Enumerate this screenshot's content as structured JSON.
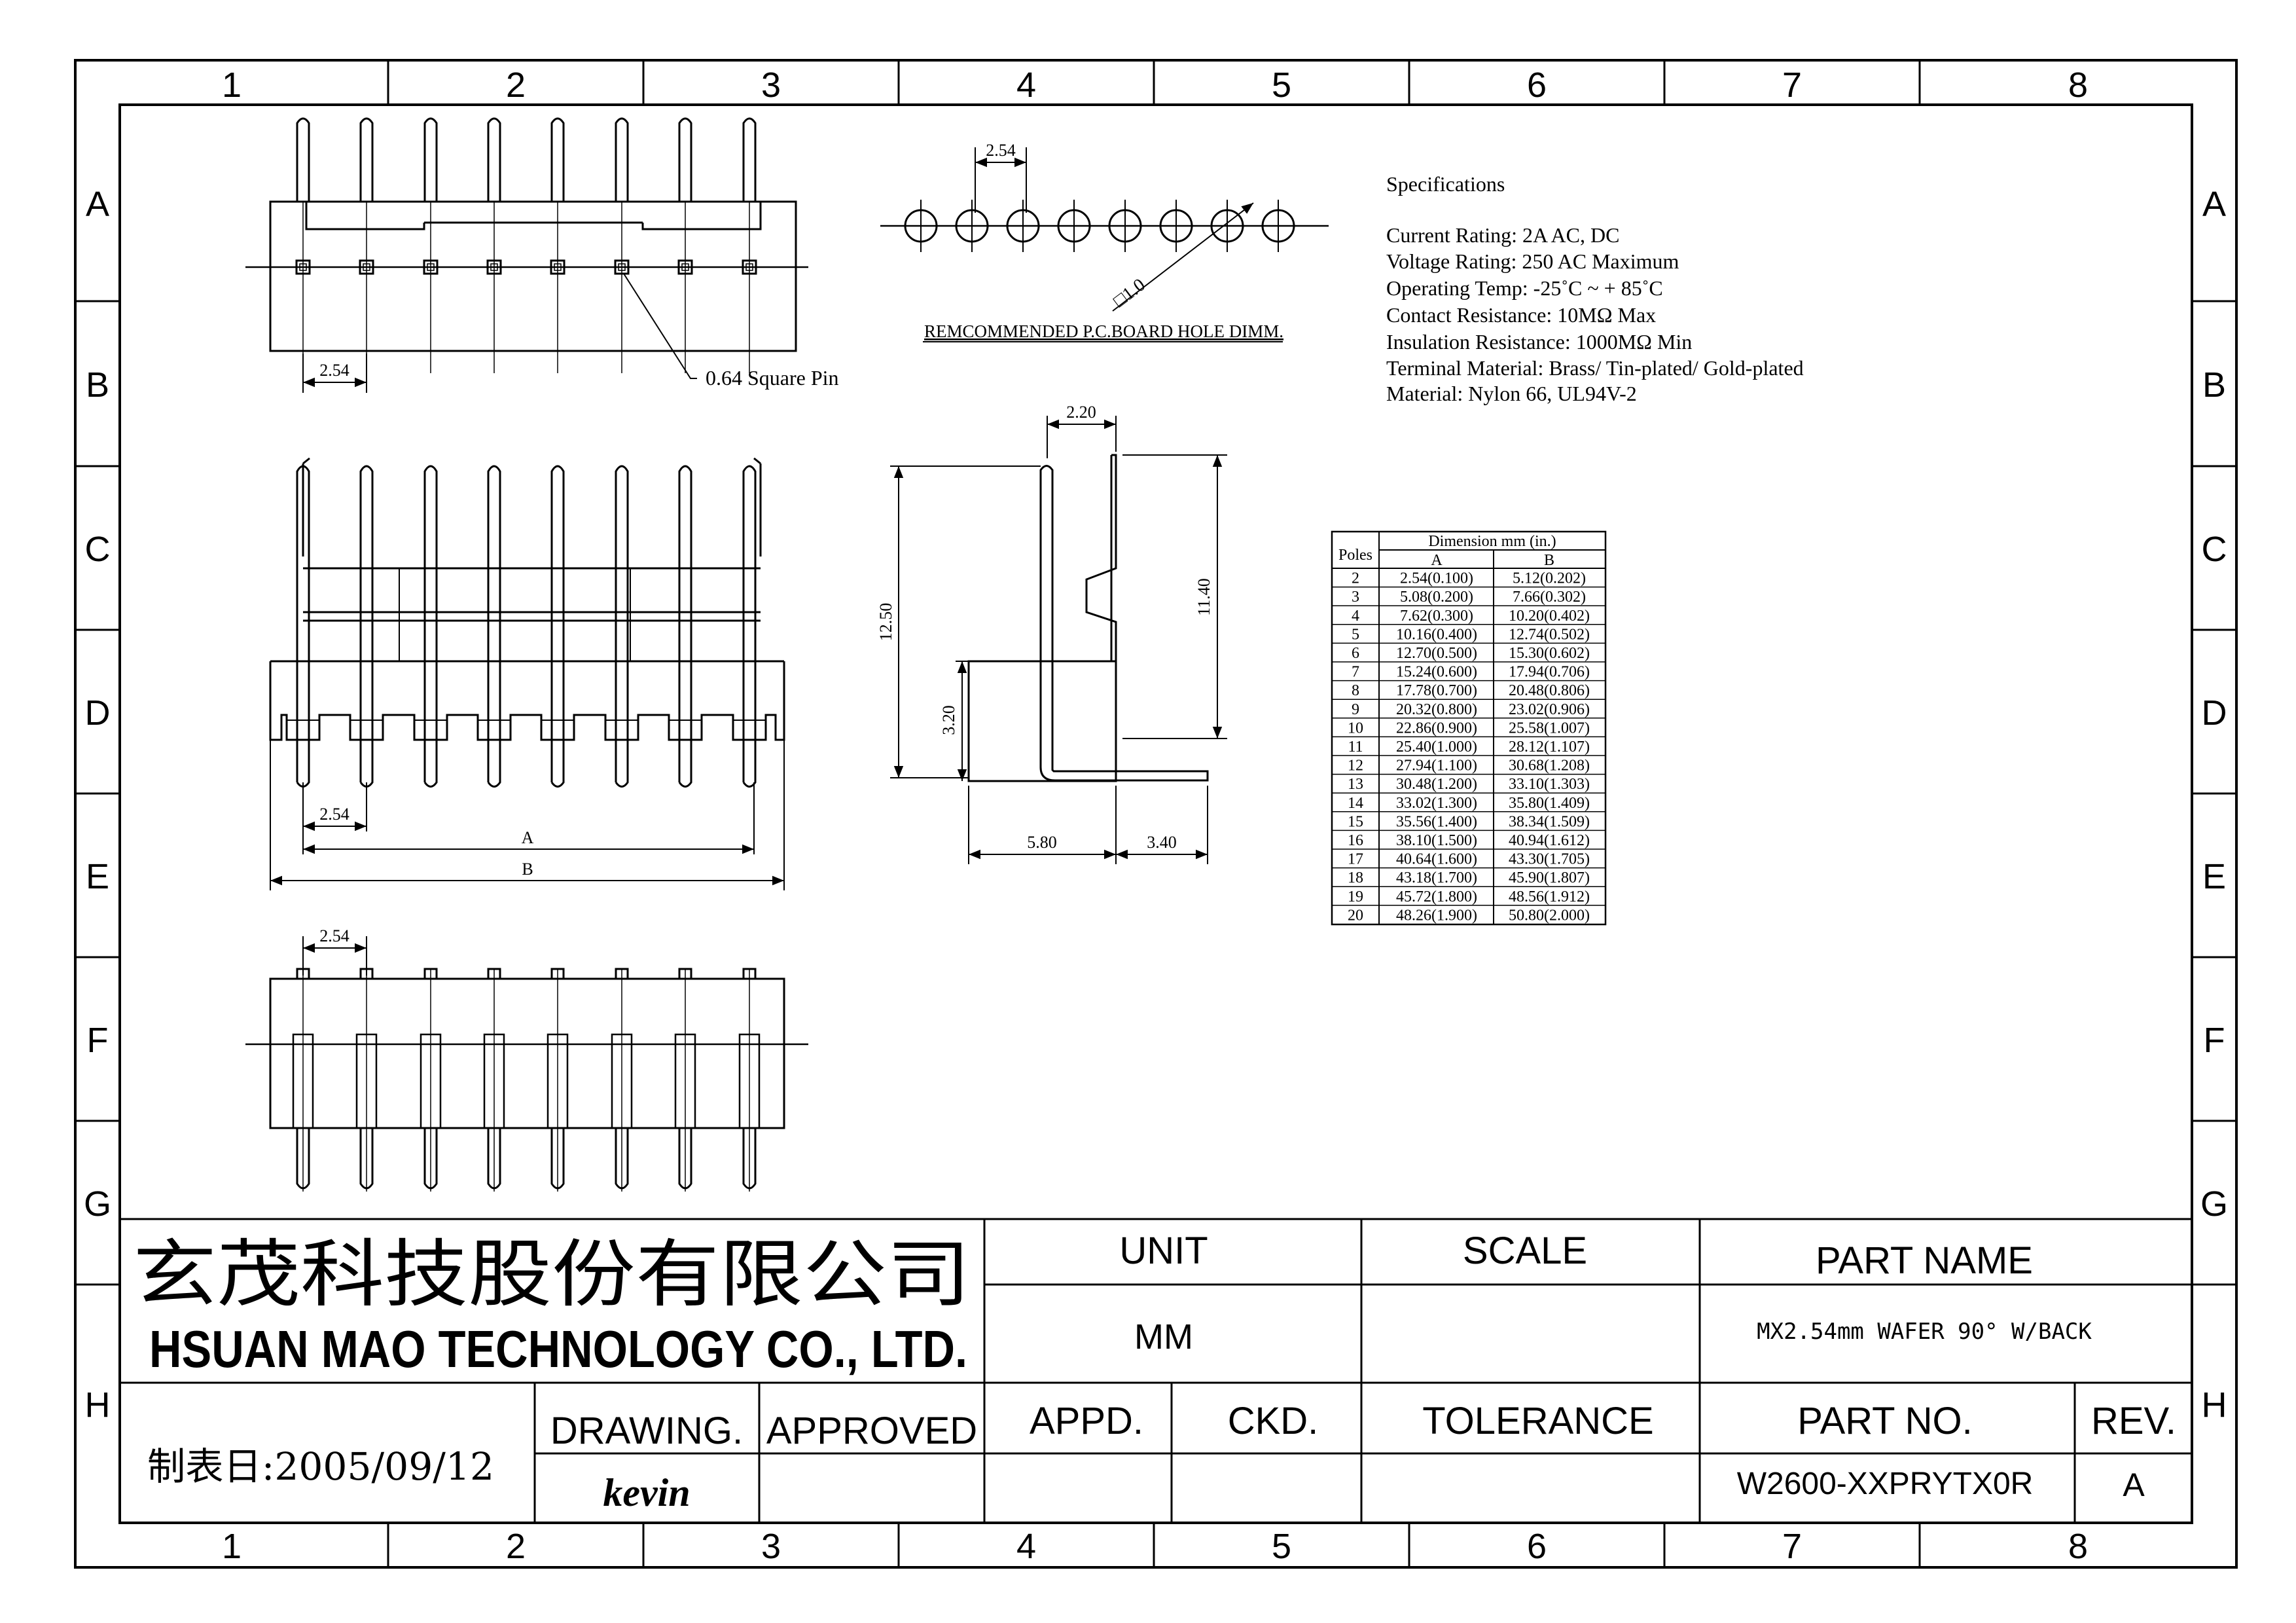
{
  "frame": {
    "columns": [
      "1",
      "2",
      "3",
      "4",
      "5",
      "6",
      "7",
      "8"
    ],
    "rows": [
      "A",
      "B",
      "C",
      "D",
      "E",
      "F",
      "G",
      "H"
    ]
  },
  "top_view": {
    "pitch_label": "2.54",
    "pin_label": "0.64 Square Pin"
  },
  "hole_pattern": {
    "pitch_label": "2.54",
    "hole_label": "□1.0",
    "caption": "REMCOMMENDED P.C.BOARD HOLE DIMM."
  },
  "front_view": {
    "pitch_label": "2.54",
    "dim_a": "A",
    "dim_b": "B"
  },
  "bottom_view": {
    "pitch_label": "2.54"
  },
  "side_view": {
    "top_width": "2.20",
    "height_total": "12.50",
    "height_body": "11.40",
    "base_height": "3.20",
    "bottom_left": "5.80",
    "bottom_right": "3.40"
  },
  "specifications": {
    "title": "Specifications",
    "lines": [
      "Current Rating: 2A AC, DC",
      "Voltage Rating: 250 AC Maximum",
      "Operating Temp: -25˚C ~ + 85˚C",
      "Contact Resistance: 10MΩ  Max",
      "Insulation Resistance: 1000MΩ  Min",
      "Terminal Material: Brass/ Tin-plated/ Gold-plated",
      "Material: Nylon 66, UL94V-2"
    ]
  },
  "dimension_table": {
    "poles_header": "Poles",
    "group_header": "Dimension mm (in.)",
    "col_a": "A",
    "col_b": "B",
    "rows": [
      [
        "2",
        "2.54(0.100)",
        "5.12(0.202)"
      ],
      [
        "3",
        "5.08(0.200)",
        "7.66(0.302)"
      ],
      [
        "4",
        "7.62(0.300)",
        "10.20(0.402)"
      ],
      [
        "5",
        "10.16(0.400)",
        "12.74(0.502)"
      ],
      [
        "6",
        "12.70(0.500)",
        "15.30(0.602)"
      ],
      [
        "7",
        "15.24(0.600)",
        "17.94(0.706)"
      ],
      [
        "8",
        "17.78(0.700)",
        "20.48(0.806)"
      ],
      [
        "9",
        "20.32(0.800)",
        "23.02(0.906)"
      ],
      [
        "10",
        "22.86(0.900)",
        "25.58(1.007)"
      ],
      [
        "11",
        "25.40(1.000)",
        "28.12(1.107)"
      ],
      [
        "12",
        "27.94(1.100)",
        "30.68(1.208)"
      ],
      [
        "13",
        "30.48(1.200)",
        "33.10(1.303)"
      ],
      [
        "14",
        "33.02(1.300)",
        "35.80(1.409)"
      ],
      [
        "15",
        "35.56(1.400)",
        "38.34(1.509)"
      ],
      [
        "16",
        "38.10(1.500)",
        "40.94(1.612)"
      ],
      [
        "17",
        "40.64(1.600)",
        "43.30(1.705)"
      ],
      [
        "18",
        "43.18(1.700)",
        "45.90(1.807)"
      ],
      [
        "19",
        "45.72(1.800)",
        "48.56(1.912)"
      ],
      [
        "20",
        "48.26(1.900)",
        "50.80(2.000)"
      ]
    ]
  },
  "title_block": {
    "company_cn": "玄茂科技股份有限公司",
    "company_en": "HSUAN MAO TECHNOLOGY CO., LTD.",
    "date_label": "制表日:2005/09/12",
    "drawing_label": "DRAWING.",
    "drawing_value": "kevin",
    "approved_label": "APPROVED",
    "unit_label": "UNIT",
    "unit_value": "MM",
    "scale_label": "SCALE",
    "appd_label": "APPD.",
    "ckd_label": "CKD.",
    "tolerance_label": "TOLERANCE",
    "part_name_label": "PART NAME",
    "part_name_value": "MX2.54mm WAFER 90° W/BACK",
    "part_no_label": "PART NO.",
    "part_no_value": "W2600-XXPRYTX0R",
    "rev_label": "REV.",
    "rev_value": "A"
  }
}
